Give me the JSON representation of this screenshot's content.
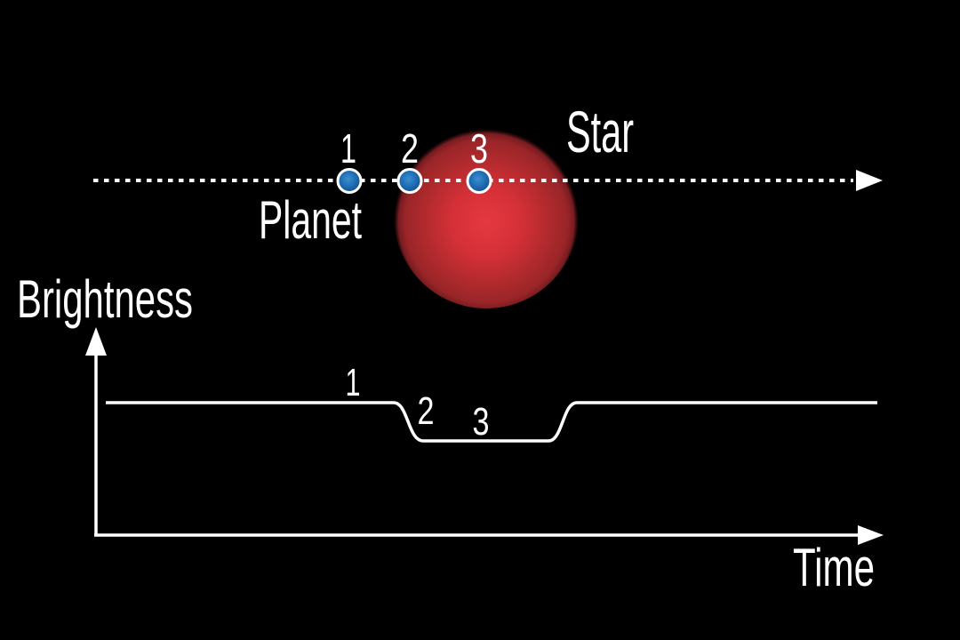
{
  "scene": {
    "background_color": "#000000",
    "colors": {
      "star_center": "#e63841",
      "star_mid": "#c92e34",
      "star_edge": "#962428",
      "planet_fill": "#1f6db4",
      "planet_highlight": "#3b8fd0",
      "line_color": "#ffffff",
      "text_color": "#ffffff"
    }
  },
  "orbit_diagram": {
    "star_label": "Star",
    "planet_label": "Planet",
    "position_labels": [
      "1",
      "2",
      "3"
    ]
  },
  "light_curve_plot": {
    "y_axis_label": "Brightness",
    "x_axis_label": "Time",
    "transit_point_labels": [
      "1",
      "2",
      "3"
    ]
  },
  "chart_data": {
    "type": "line",
    "title": "",
    "xlabel": "Time",
    "ylabel": "Brightness",
    "grid": false,
    "legend": false,
    "series": [
      {
        "name": "Brightness",
        "x_normalized": [
          0,
          0.37,
          0.41,
          0.57,
          0.61,
          1
        ],
        "y_relative_brightness": [
          1,
          1,
          0.7,
          0.7,
          1,
          1
        ]
      }
    ],
    "annotations": [
      {
        "label": "1",
        "x_normalized": 0.32,
        "y_relative_brightness": 1
      },
      {
        "label": "2",
        "x_normalized": 0.42,
        "y_relative_brightness": 0.85
      },
      {
        "label": "3",
        "x_normalized": 0.49,
        "y_relative_brightness": 0.7
      }
    ]
  }
}
